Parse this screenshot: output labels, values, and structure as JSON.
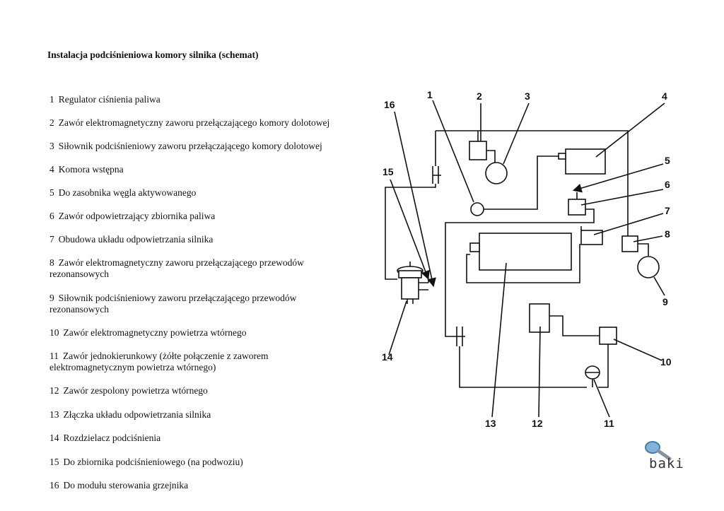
{
  "title": "Instalacja podciśnieniowa komory silnika (schemat)",
  "legend": [
    {
      "num": "1",
      "text": "Regulator ciśnienia paliwa"
    },
    {
      "num": "2",
      "text": "Zawór elektromagnetyczny zaworu przełączającego komory dolotowej"
    },
    {
      "num": "3",
      "text": "Siłownik podciśnieniowy zaworu przełączającego komory dolotowej"
    },
    {
      "num": "4",
      "text": "Komora wstępna"
    },
    {
      "num": "5",
      "text": "Do zasobnika węgla aktywowanego"
    },
    {
      "num": "6",
      "text": "Zawór odpowietrzający zbiornika paliwa"
    },
    {
      "num": "7",
      "text": "Obudowa układu odpowietrzania silnika"
    },
    {
      "num": "8",
      "text": "Zawór elektromagnetyczny zaworu przełączającego przewodów rezonansowych"
    },
    {
      "num": "9",
      "text": "Siłownik podciśnieniowy zaworu przełączającego przewodów rezonansowych"
    },
    {
      "num": "10",
      "text": "Zawór elektromagnetyczny powietrza wtórnego"
    },
    {
      "num": "11",
      "text": "Zawór jednokierunkowy (żółte połączenie z zaworem elektromagnetycznym powietrza wtórnego)"
    },
    {
      "num": "12",
      "text": "Zawór zespolony powietrza wtórnego"
    },
    {
      "num": "13",
      "text": "Złączka układu odpowietrzania silnika"
    },
    {
      "num": "14",
      "text": "Rozdzielacz podciśnienia"
    },
    {
      "num": "15",
      "text": "Do zbiornika podciśnieniowego (na podwoziu)"
    },
    {
      "num": "16",
      "text": "Do modułu sterowania grzejnika"
    }
  ],
  "diagram_labels": [
    "1",
    "2",
    "3",
    "4",
    "5",
    "6",
    "7",
    "8",
    "9",
    "10",
    "11",
    "12",
    "13",
    "14",
    "15",
    "16"
  ],
  "watermark": {
    "text": "baki",
    "icon": "magnifier-icon"
  }
}
